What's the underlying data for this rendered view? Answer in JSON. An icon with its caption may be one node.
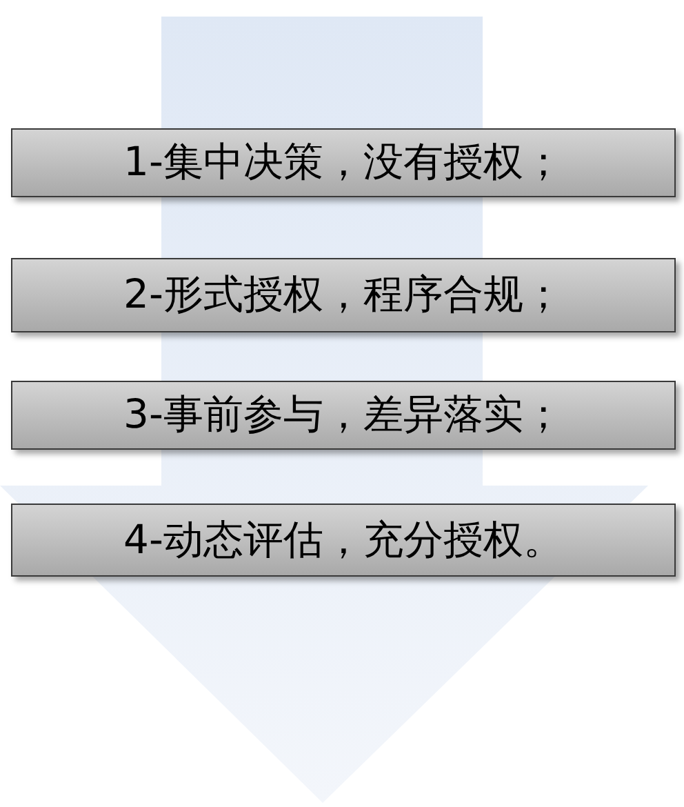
{
  "diagram": {
    "nodes": [
      {
        "text": [
          "1-集中决策，没有授权；"
        ]
      },
      {
        "text": [
          "2-形式授权，程序合规；"
        ]
      },
      {
        "text": [
          "3-事前参与，差异落实；"
        ]
      },
      {
        "text": [
          "4-动态评估，充分授权。"
        ]
      }
    ]
  }
}
